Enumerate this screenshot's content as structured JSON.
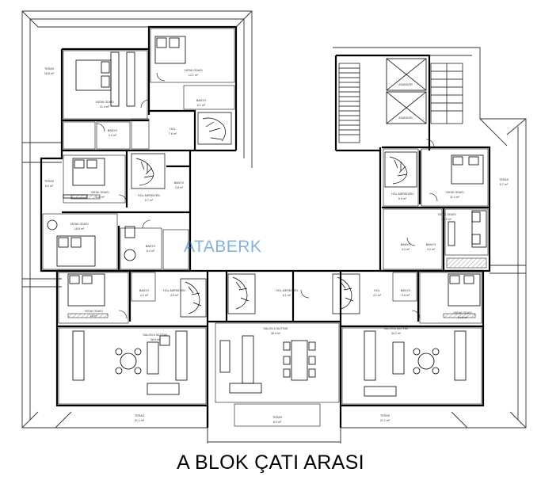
{
  "caption": "A BLOK ÇATI ARASI",
  "watermark": "ATABERK",
  "rooms": {
    "teras_nw": {
      "name": "TERAS",
      "area": "18.8 m²"
    },
    "teras_w": {
      "name": "TERAS",
      "area": "5.5 m²"
    },
    "teras_e": {
      "name": "TERAS",
      "area": "5.7 m²"
    },
    "teras_sw": {
      "name": "TERAS",
      "area": "21.1 m²"
    },
    "teras_s": {
      "name": "TERAS",
      "area": "8.3 m²"
    },
    "teras_se": {
      "name": "TERAS",
      "area": "21.1 m²"
    },
    "yatak_n1": {
      "name": "YATAK ODASI",
      "area": "21.4 m²"
    },
    "yatak_n2": {
      "name": "YATAK ODASI",
      "area": "12.1 m²"
    },
    "banyo_n1": {
      "name": "BANYO",
      "area": "5.1 m²"
    },
    "banyo_n2": {
      "name": "BANYO",
      "area": "4.4 m²"
    },
    "hol_n": {
      "name": "HOL",
      "area": "7.6 m²"
    },
    "yatak_w1": {
      "name": "YATAK ODASI",
      "area": "11.0 m²"
    },
    "hol_w": {
      "name": "HOL-MERDİVEN",
      "area": "5.7 m²"
    },
    "banyo_w1": {
      "name": "BANYO",
      "area": "3.8 m²"
    },
    "yatak_w2": {
      "name": "YATAK ODASI",
      "area": "18.8 m²"
    },
    "banyo_w2": {
      "name": "BANYO",
      "area": "6.4 m²"
    },
    "yatak_e1": {
      "name": "YATAK ODASI",
      "area": "11.4 m²"
    },
    "hol_e": {
      "name": "HOL-MERDİVEN",
      "area": "5.9 m²"
    },
    "yatak_e2": {
      "name": "YATAK ODASI",
      "area": "16.0 m²"
    },
    "banyo_e1": {
      "name": "BANYO",
      "area": "4.0 m²"
    },
    "banyo_e2": {
      "name": "BANYO",
      "area": "3.2 m²"
    },
    "yatak_sw": {
      "name": "YATAK ODASI",
      "area": "13 m²"
    },
    "banyo_sw": {
      "name": "BANYO",
      "area": "4.2 m²"
    },
    "hol_sw": {
      "name": "HOL-MERDİVEN",
      "area": "4.5 m²"
    },
    "salon_sw": {
      "name": "SALON & MUTFAK",
      "area": "36.9 m²"
    },
    "hol_s": {
      "name": "HOL-MERDİVEN",
      "area": "5.1 m²"
    },
    "salon_s": {
      "name": "SALON & MUTFAK",
      "area": "36.4 m²"
    },
    "hol_se": {
      "name": "HOL",
      "area": "4.1 m²"
    },
    "banyo_se": {
      "name": "BANYO",
      "area": "3.8 m²"
    },
    "yatak_se": {
      "name": "YATAK ODASI",
      "area": "14.6 m²"
    },
    "salon_se": {
      "name": "SALON & MUTFAK",
      "area": "34.1 m²"
    },
    "asansor1": {
      "name": "ASANSÖR"
    },
    "asansor2": {
      "name": "ASANSÖR"
    }
  }
}
